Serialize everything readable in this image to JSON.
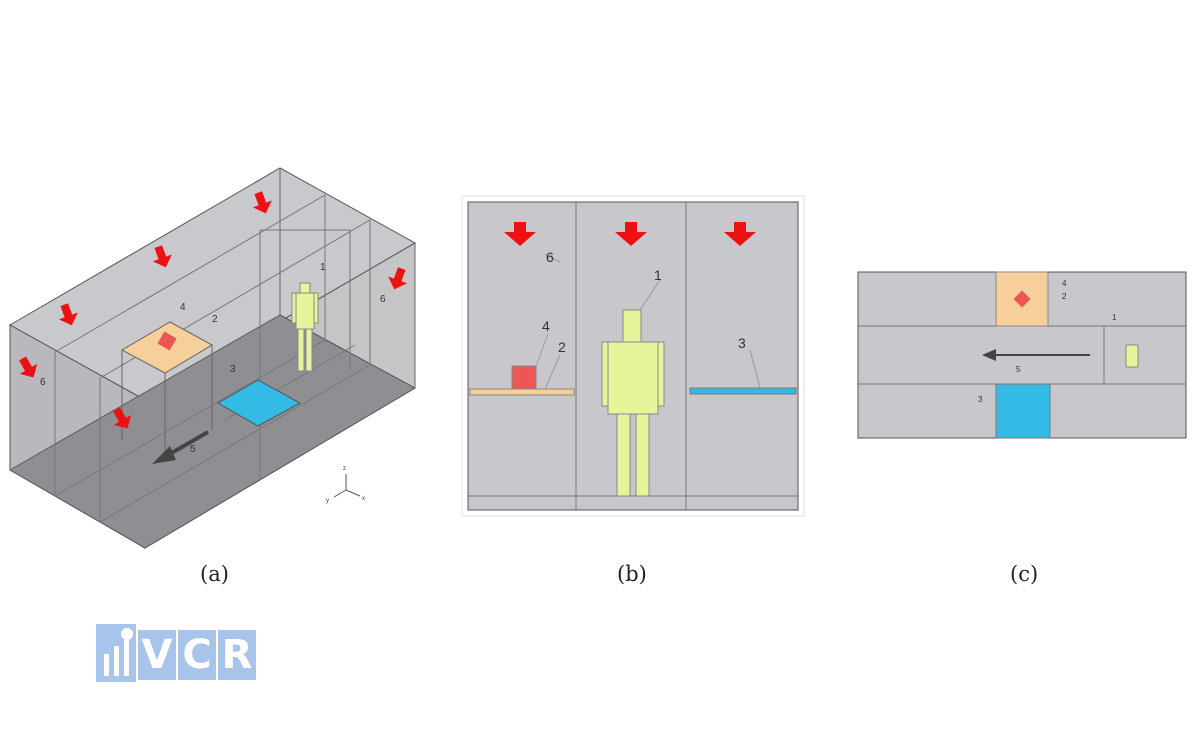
{
  "panels": {
    "a": {
      "caption": "(a)",
      "labels": [
        "1",
        "2",
        "3",
        "4",
        "5",
        "6"
      ],
      "axes_labels": [
        "z",
        "x",
        "y"
      ]
    },
    "b": {
      "caption": "(b)",
      "labels": [
        "1",
        "2",
        "3",
        "4",
        "6"
      ]
    },
    "c": {
      "caption": "(c)",
      "labels": [
        "1",
        "2",
        "3",
        "4",
        "5"
      ]
    }
  },
  "logo": {
    "text_letters": [
      "V",
      "C",
      "R"
    ]
  },
  "colors": {
    "room_fill": "#c8c8cc",
    "floor_fill": "#8e8e92",
    "frame_stroke": "#555555",
    "arrow_red": "#ee1111",
    "person_fill": "#e8f49a",
    "table_fill": "#f6cf9a",
    "source_red": "#ee5555",
    "outlet_cyan": "#33bbe6",
    "flow_arrow": "#444444"
  }
}
